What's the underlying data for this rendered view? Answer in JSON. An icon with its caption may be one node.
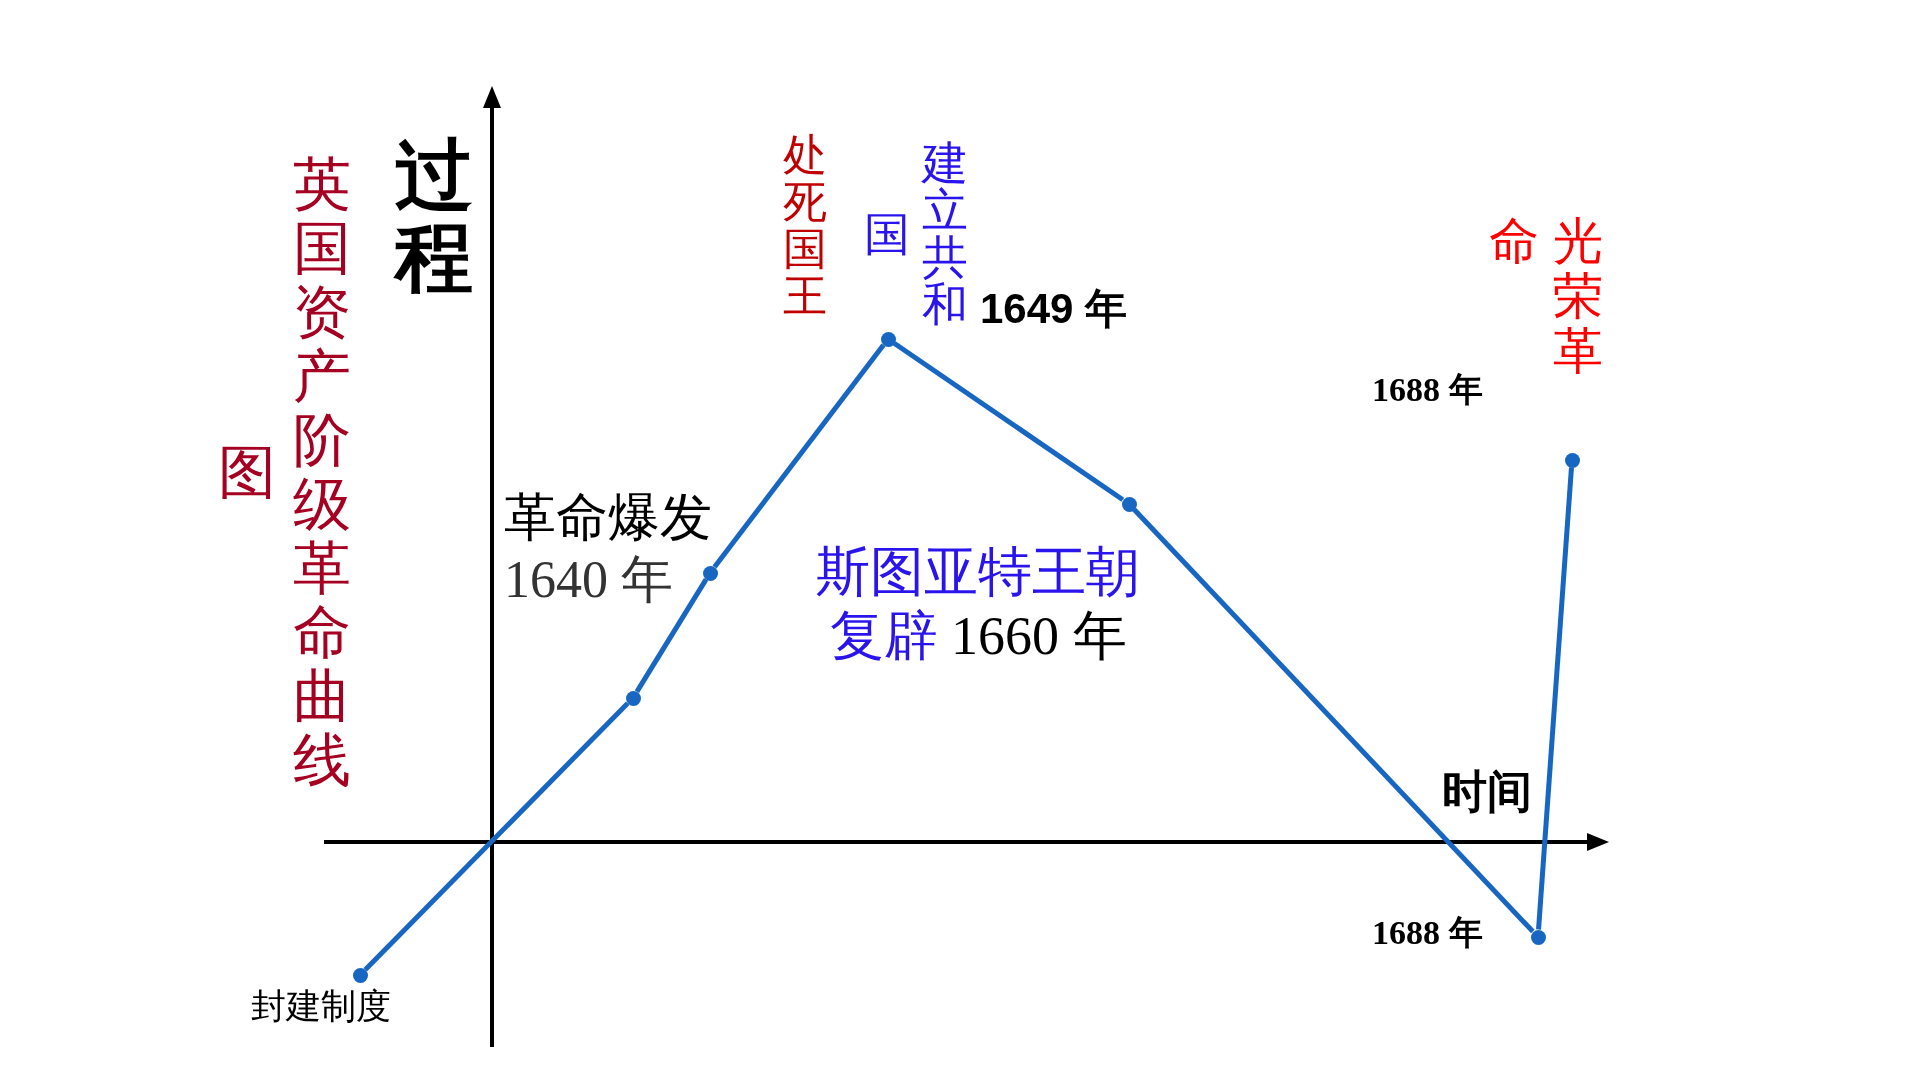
{
  "diagram": {
    "title": "英国资产阶级革命曲线图",
    "nodes": [
      {
        "text": [],
        "shape": "circle",
        "beside": [
          "封建制度"
        ]
      },
      {
        "text": [],
        "shape": "circle"
      },
      {
        "text": [],
        "shape": "circle",
        "beside": [
          "革命爆发",
          "1640 年"
        ]
      },
      {
        "text": [],
        "shape": "circle",
        "beside": [
          "处死国王",
          "建立共和国",
          "1649 年"
        ]
      },
      {
        "text": [],
        "shape": "circle",
        "beside": [
          "斯图亚特王朝复辟",
          "1660 年"
        ]
      },
      {
        "text": [],
        "shape": "circle",
        "beside": [
          "1688 年"
        ]
      },
      {
        "text": [],
        "shape": "circle",
        "beside": [
          "光荣革命",
          "1688 年"
        ]
      }
    ],
    "edges": [
      {
        "from": 0,
        "to": 1,
        "arrow": "none"
      },
      {
        "from": 1,
        "to": 2,
        "arrow": "none"
      },
      {
        "from": 2,
        "to": 3,
        "arrow": "none"
      },
      {
        "from": 3,
        "to": 4,
        "arrow": "none"
      },
      {
        "from": 4,
        "to": 5,
        "arrow": "none"
      },
      {
        "from": 5,
        "to": 6,
        "arrow": "none"
      }
    ],
    "labels": [
      "过程",
      "时间"
    ]
  }
}
